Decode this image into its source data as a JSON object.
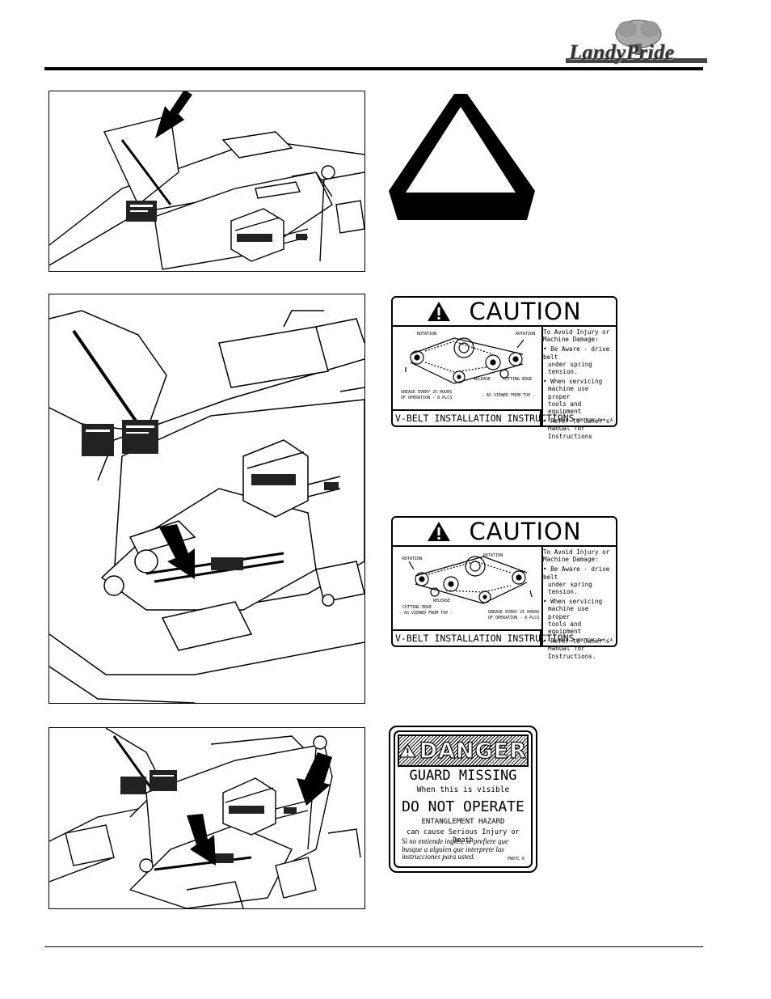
{
  "header": {
    "logo_text": "LandyPride"
  },
  "figures": [
    {
      "name": "figure-top-mower-deck",
      "arrows": 1
    },
    {
      "name": "figure-middle-mower-deck",
      "arrows": 1
    },
    {
      "name": "figure-bottom-mower-deck",
      "arrows": 2
    }
  ],
  "smv_sign": {
    "icon": "slow-moving-vehicle-triangle"
  },
  "caution_decal_1": {
    "heading": "CAUTION",
    "footer": "V-BELT INSTALLATION INSTRUCTIONS",
    "diagram_labels": [
      "ROTATION",
      "ROTATION",
      "RELEASE",
      "CUTTING EDGE",
      "GREASE EVERY 25 HOURS",
      "OF OPERATION - 8 PLCS",
      "- AS VIEWED FROM TOP -"
    ],
    "instructions": [
      "To Avoid Injury or",
      "Machine Damage:",
      "• Be Aware - drive belt",
      "  under spring tension.",
      "• When servicing",
      "  machine use proper",
      "  tools and equipment",
      "• Refer to Owner's",
      "  Manual for Instructions"
    ],
    "part_number": "888-028C Rev. A"
  },
  "caution_decal_2": {
    "heading": "CAUTION",
    "footer": "V-BELT INSTALLATION INSTRUCTIONS",
    "diagram_labels": [
      "ROTATION",
      "ROTATION",
      "RELEASE",
      "CUTTING EDGE",
      "- AS VIEWED FROM TOP -",
      "GREASE EVERY 25 HOURS",
      "OF OPERATION - 8 PLCS"
    ],
    "instructions": [
      "To Avoid Injury or",
      "Machine Damage:",
      "• Be Aware - drive belt",
      "  under spring tension.",
      "• When servicing",
      "  machine use proper",
      "  tools and equipment",
      "• Refer to Owner's",
      "  Manual for Instructions."
    ],
    "part_number": "888-024C Rev. A"
  },
  "danger_decal": {
    "heading": "DANGER",
    "line1": "GUARD MISSING",
    "line2": "When this is visible",
    "line3": "DO NOT OPERATE",
    "line4": "ENTANGLEMENT HAZARD",
    "line5": "can cause Serious Injury or Death",
    "spanish": "Si no entiende inglés, se prefiere que busque a alguien que interprete las instrucciones para usted.",
    "part_number": "PN07C 6"
  }
}
